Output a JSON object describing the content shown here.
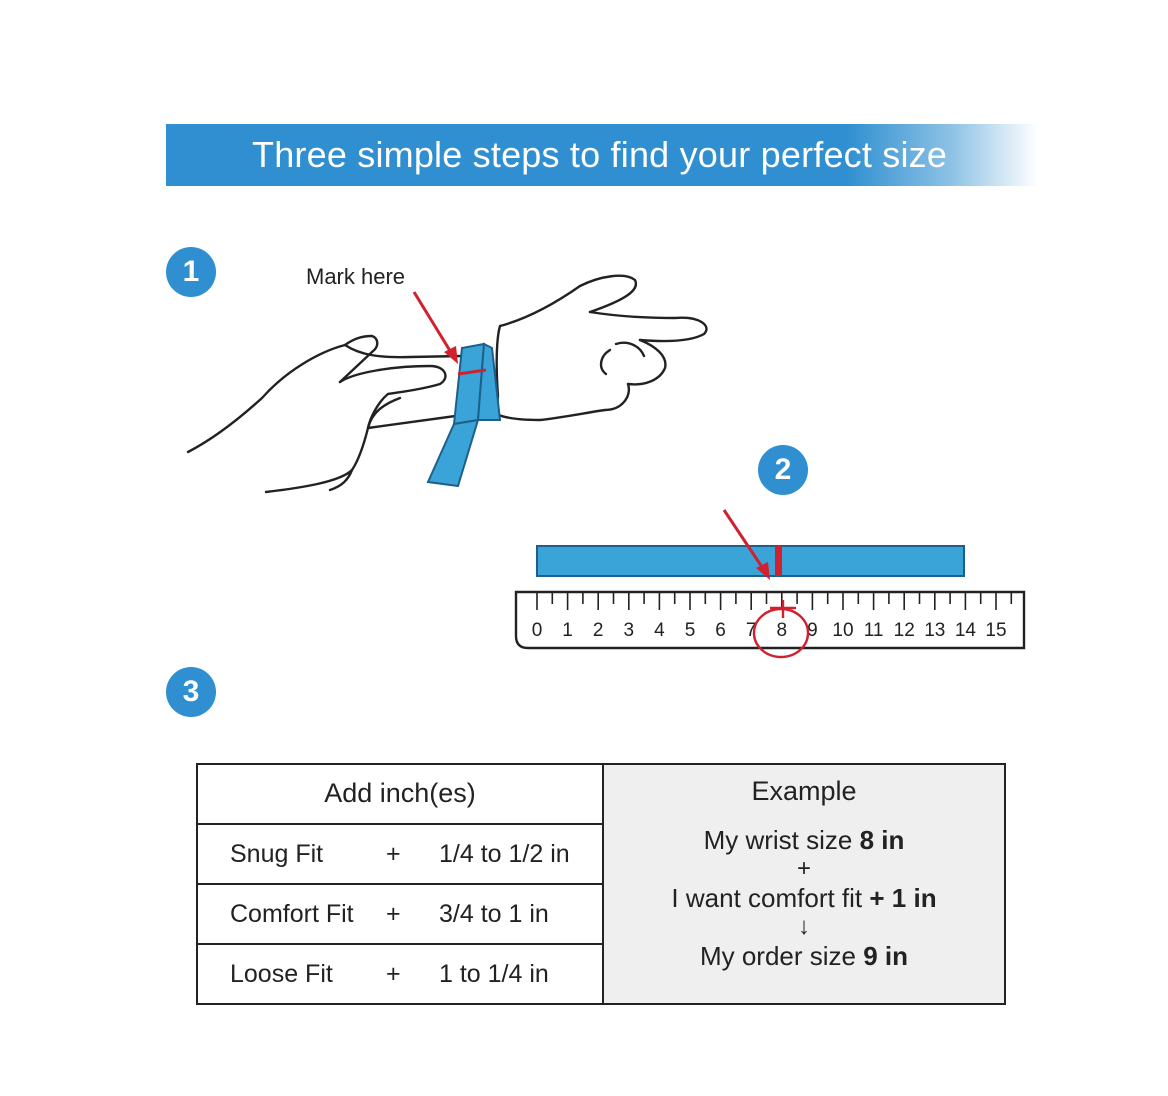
{
  "banner": {
    "title": "Three simple steps to find your perfect size"
  },
  "steps": [
    "1",
    "2",
    "3"
  ],
  "step1": {
    "mark_label": "Mark here"
  },
  "ruler": {
    "ticks": [
      "0",
      "1",
      "2",
      "3",
      "4",
      "5",
      "6",
      "7",
      "8",
      "9",
      "10",
      "11",
      "12",
      "13",
      "14",
      "15"
    ],
    "marked_value": 8
  },
  "colors": {
    "accent": "#2f8fd0",
    "tape": "#3aa4d8",
    "marker": "#d1202e"
  },
  "table": {
    "header": "Add inch(es)",
    "rows": [
      {
        "fit": "Snug Fit",
        "plus": "+",
        "amount": "1/4 to 1/2 in"
      },
      {
        "fit": "Comfort Fit",
        "plus": "+",
        "amount": "3/4 to 1 in"
      },
      {
        "fit": "Loose Fit",
        "plus": "+",
        "amount": "1 to 1/4 in"
      }
    ]
  },
  "example": {
    "header": "Example",
    "line1_text": "My wrist size ",
    "line1_value": "8 in",
    "plus": "+",
    "line2_text": "I want comfort fit ",
    "line2_value": "+ 1 in",
    "arrow": "↓",
    "line3_text": "My order size ",
    "line3_value": "9 in"
  }
}
